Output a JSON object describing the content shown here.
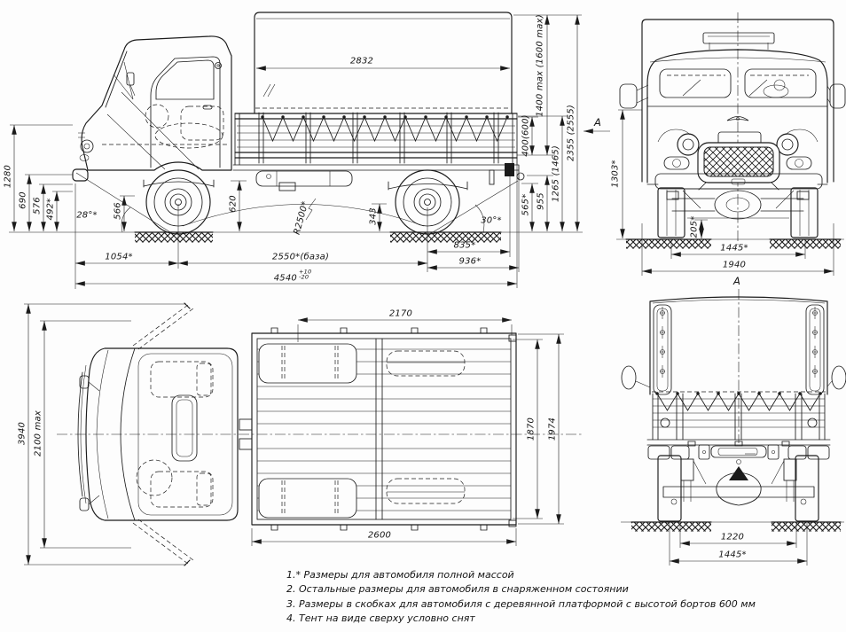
{
  "page": {
    "paper_color": "#fdfdfd",
    "ink_color": "#1b1b1b"
  },
  "side_view": {
    "dims": {
      "platform_length": "2832",
      "tent_height": "1400 max (1600 max)",
      "board_height": "400(600)",
      "overall_height": "2355 (2555)",
      "height_1265": "1265 (1465)",
      "height_955": "955",
      "height_565": "565*",
      "departure_angle": "30°*",
      "rear_835": "835*",
      "rear_936": "936*",
      "clearance_343": "343",
      "ramp_radius": "R2500*",
      "clearance_620": "620",
      "height_566": "566",
      "approach_angle": "28°*",
      "height_492": "492*",
      "height_576": "576",
      "height_690": "690",
      "height_1280": "1280",
      "front_overhang": "1054*",
      "wheelbase": "2550*(база)",
      "overall_length": "4540",
      "tolerance_plus": "+10",
      "tolerance_minus": "-20"
    },
    "view_arrow_label": "A"
  },
  "front_view": {
    "dims": {
      "height_1303": "1303*",
      "clearance_205": "205*",
      "track_1445": "1445*",
      "width_1940": "1940"
    }
  },
  "top_view": {
    "dims": {
      "width_doors_open": "3940",
      "width_mirrors": "2100 max",
      "platform_inner_length": "2170",
      "platform_length": "2600",
      "platform_inner_width": "1870",
      "platform_width": "1974"
    }
  },
  "rear_view": {
    "view_label": "A",
    "dims": {
      "spring_track": "1220",
      "track_1445": "1445*"
    }
  },
  "notes": [
    "1.* Размеры для автомобиля полной массой",
    "2. Остальные размеры для автомобиля в снаряженном состоянии",
    "3. Размеры в скобках для автомобиля с деревянной платформой с высотой бортов 600 мм",
    "4. Тент на виде сверху условно снят"
  ]
}
